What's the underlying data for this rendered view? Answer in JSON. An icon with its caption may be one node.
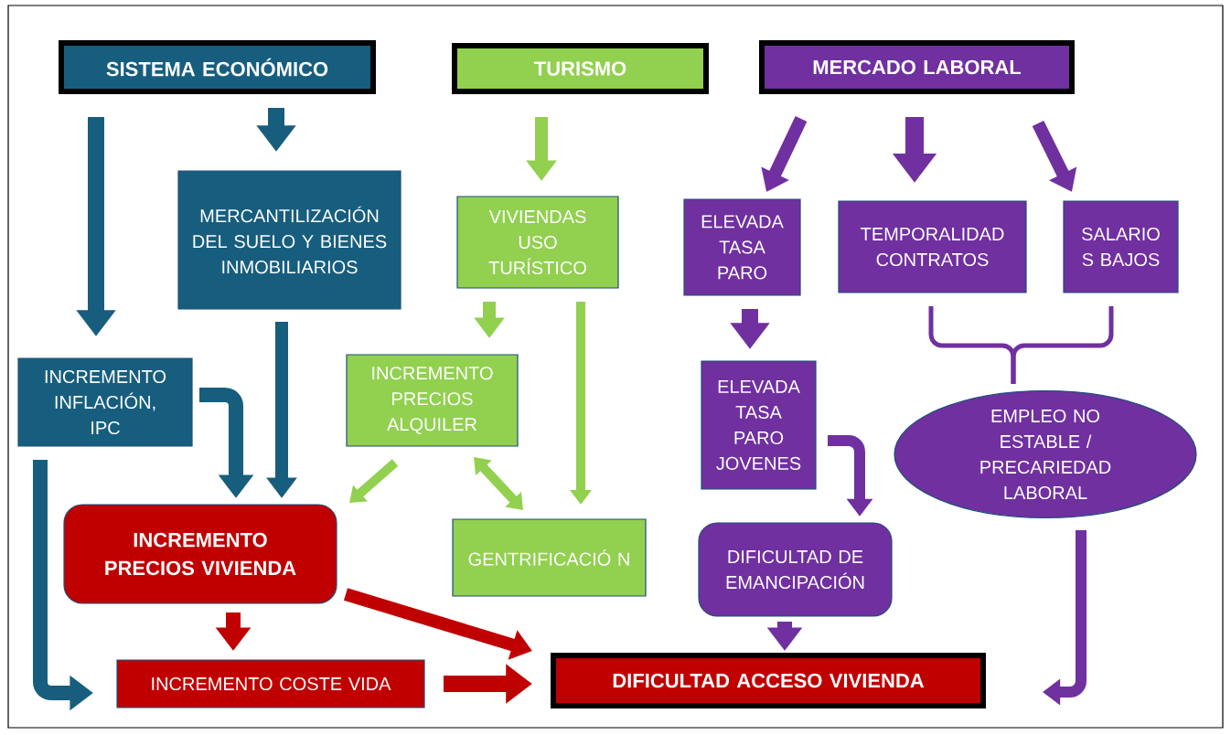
{
  "diagram": {
    "nodes": [
      {
        "text": [
          "SISTEMA ECONÓMICO"
        ]
      },
      {
        "text": [
          "TURISMO"
        ]
      },
      {
        "text": [
          "MERCADO LABORAL"
        ]
      },
      {
        "text": [
          "MERCANTILIZACIÓN DEL SUELO Y BIENES INMOBILIARIOS"
        ]
      },
      {
        "text": [
          "VIVIENDAS USO TURÍSTICO"
        ]
      },
      {
        "text": [
          "ELEVADA TASA PARO"
        ]
      },
      {
        "text": [
          "TEMPORALIDAD CONTRATOS"
        ]
      },
      {
        "text": [
          "SALARIO S BAJOS"
        ]
      },
      {
        "text": [
          "INCREMENTO INFLACIÓN, IPC"
        ]
      },
      {
        "text": [
          "INCREMENTO PRECIOS ALQUILER"
        ]
      },
      {
        "text": [
          "ELEVADA TASA PARO JOVENES"
        ]
      },
      {
        "text": [
          "EMPLEO NO ESTABLE / PRECARIEDAD LABORAL"
        ]
      },
      {
        "text": [
          "INCREMENTO PRECIOS VIVIENDA"
        ]
      },
      {
        "text": [
          "GENTRIFICACIÓ N"
        ]
      },
      {
        "text": [
          "DIFICULTAD DE EMANCIPACIÓN"
        ]
      },
      {
        "text": [
          "INCREMENTO COSTE VIDA"
        ]
      },
      {
        "text": [
          "DIFICULTAD ACCESO VIVIENDA"
        ]
      }
    ],
    "edges": [
      {
        "from": 0,
        "to": 8,
        "arrow": "to",
        "color": "#175e7e"
      },
      {
        "from": 0,
        "to": 3,
        "arrow": "to",
        "color": "#175e7e"
      },
      {
        "from": 1,
        "to": 4,
        "arrow": "to",
        "color": "#92d050"
      },
      {
        "from": 2,
        "to": 5,
        "arrow": "to"
      },
      {
        "from": 2,
        "to": 6,
        "arrow": "to"
      },
      {
        "from": 2,
        "to": 7,
        "arrow": "to"
      },
      {
        "from": 4,
        "to": 9,
        "arrow": "to",
        "color": "#92d050"
      },
      {
        "from": 4,
        "to": 13,
        "arrow": "to",
        "color": "#92d050"
      },
      {
        "from": 5,
        "to": 10,
        "arrow": "to"
      },
      {
        "from": 8,
        "to": 12,
        "arrow": "to",
        "color": "#175e7e"
      },
      {
        "from": 3,
        "to": 12,
        "arrow": "to",
        "color": "#175e7e"
      },
      {
        "from": 9,
        "to": 12,
        "arrow": "to",
        "color": "#92d050"
      },
      {
        "from": 9,
        "to": 13,
        "arrow": "both",
        "color": "#92d050"
      },
      {
        "from": 10,
        "to": 14,
        "arrow": "to"
      },
      {
        "from": 6,
        "to": 11,
        "arrow": "none"
      },
      {
        "from": 7,
        "to": 11,
        "arrow": "none"
      },
      {
        "from": 8,
        "to": 15,
        "arrow": "to",
        "color": "#175e7e"
      },
      {
        "from": 12,
        "to": 15,
        "arrow": "to",
        "color": "#c00000"
      },
      {
        "from": 12,
        "to": 16,
        "arrow": "to",
        "color": "#c00000"
      },
      {
        "from": 15,
        "to": 16,
        "arrow": "to",
        "color": "#c00000"
      },
      {
        "from": 14,
        "to": 16,
        "arrow": "to"
      },
      {
        "from": 11,
        "to": 16,
        "arrow": "to"
      }
    ]
  }
}
